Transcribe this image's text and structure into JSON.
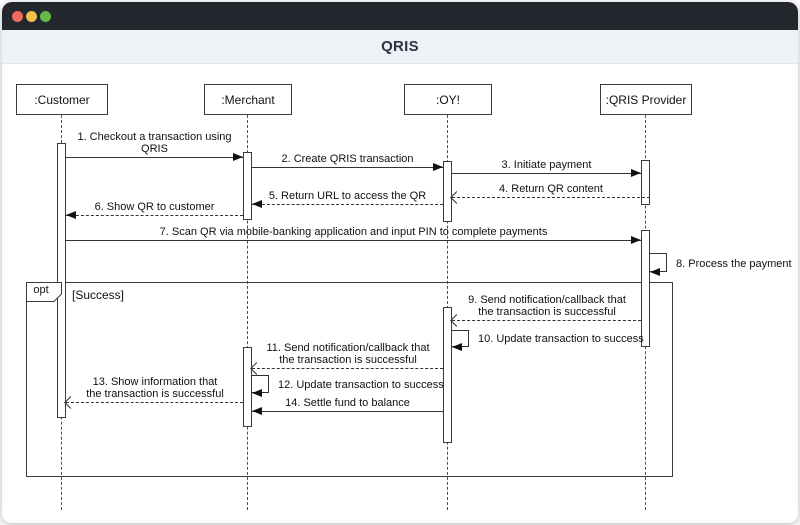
{
  "window": {
    "title": "QRIS",
    "controls": [
      {
        "name": "close",
        "color": "#ed6a5e"
      },
      {
        "name": "minimize",
        "color": "#f0c24d"
      },
      {
        "name": "zoom",
        "color": "#63ba48"
      }
    ]
  },
  "diagram": {
    "type": "uml-sequence-diagram",
    "actors": [
      {
        "id": "customer",
        "label": ":Customer"
      },
      {
        "id": "merchant",
        "label": ":Merchant"
      },
      {
        "id": "oy",
        "label": ":OY!"
      },
      {
        "id": "qris_provider",
        "label": ":QRIS Provider"
      }
    ],
    "fragment": {
      "operator": "opt",
      "guard": "[Success]"
    },
    "messages": [
      {
        "n": 1,
        "from": "customer",
        "to": "merchant",
        "style": "solid",
        "label": "1. Checkout a transaction using\nQRIS"
      },
      {
        "n": 2,
        "from": "merchant",
        "to": "oy",
        "style": "solid",
        "label": "2. Create QRIS transaction"
      },
      {
        "n": 3,
        "from": "oy",
        "to": "qris_provider",
        "style": "solid",
        "label": "3. Initiate payment"
      },
      {
        "n": 4,
        "from": "qris_provider",
        "to": "oy",
        "style": "dashed-open",
        "label": "4. Return QR content"
      },
      {
        "n": 5,
        "from": "oy",
        "to": "merchant",
        "style": "dashed",
        "label": "5. Return URL to access the QR"
      },
      {
        "n": 6,
        "from": "merchant",
        "to": "customer",
        "style": "dashed",
        "label": "6. Show QR to customer"
      },
      {
        "n": 7,
        "from": "customer",
        "to": "qris_provider",
        "style": "solid",
        "label": "7. Scan QR via mobile-banking application and input PIN to complete payments"
      },
      {
        "n": 8,
        "from": "qris_provider",
        "to": "qris_provider",
        "style": "self",
        "label": "8. Process the payment"
      },
      {
        "n": 9,
        "from": "qris_provider",
        "to": "oy",
        "style": "dashed-open",
        "label": "9. Send notification/callback that\nthe transaction is successful"
      },
      {
        "n": 10,
        "from": "oy",
        "to": "oy",
        "style": "self",
        "label": "10. Update transaction to success"
      },
      {
        "n": 11,
        "from": "oy",
        "to": "merchant",
        "style": "dashed-open",
        "label": "11. Send notification/callback that\nthe transaction is successful"
      },
      {
        "n": 12,
        "from": "merchant",
        "to": "merchant",
        "style": "self",
        "label": "12. Update transaction to success"
      },
      {
        "n": 13,
        "from": "merchant",
        "to": "customer",
        "style": "dashed-open",
        "label": "13. Show information that\nthe transaction is successful"
      },
      {
        "n": 14,
        "from": "oy",
        "to": "merchant",
        "style": "solid",
        "label": "14. Settle fund to balance"
      }
    ]
  }
}
